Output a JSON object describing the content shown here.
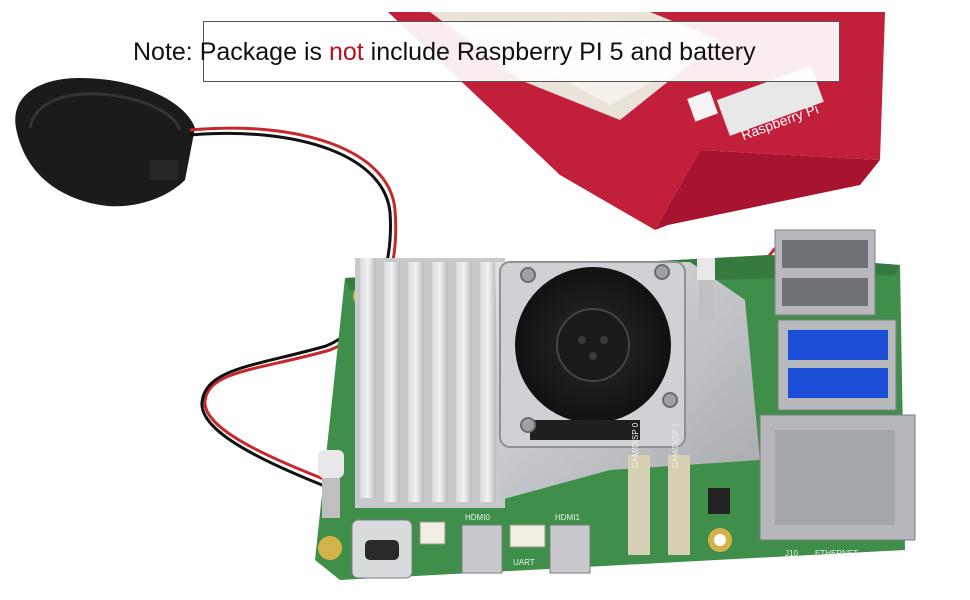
{
  "note": {
    "prefix": "Note: ",
    "part1": "Package is ",
    "emphasis": "not",
    "part2": " include Raspberry PI 5 and battery"
  },
  "box_label": {
    "brand": "Raspberry Pi"
  },
  "board_labels": {
    "hdmi0": "HDMI0",
    "hdmi1": "HDMI1",
    "uart": "UART",
    "cam0": "CAM/DISP 0",
    "cam1": "CAM/DISP 1",
    "j10": "J10",
    "ethernet": "ETHERNET"
  },
  "colors": {
    "accent_red": "#b3121b",
    "pcb_green": "#3f8f4a",
    "box_red": "#c21f3a"
  }
}
